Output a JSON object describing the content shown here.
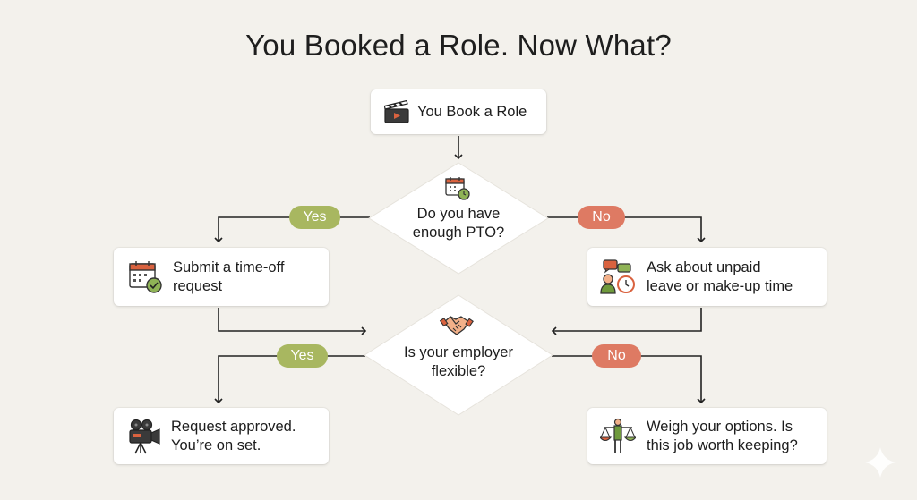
{
  "title": "You Booked a Role. Now What?",
  "nodes": {
    "start": {
      "label": "You Book a Role",
      "icon": "clapperboard-icon"
    },
    "pto_question": {
      "line1": "Do you have",
      "line2": "enough PTO?",
      "icon": "calendar-clock-icon"
    },
    "submit_request": {
      "line1": "Submit a time-off",
      "line2": "request",
      "icon": "calendar-check-icon"
    },
    "ask_unpaid": {
      "line1": "Ask about unpaid",
      "line2": "leave or make-up time",
      "icon": "chat-person-clock-icon"
    },
    "employer_question": {
      "line1": "Is your employer",
      "line2": "flexible?",
      "icon": "handshake-icon"
    },
    "approved": {
      "line1": "Request approved.",
      "line2": "You’re on set.",
      "icon": "movie-camera-icon"
    },
    "weigh_options": {
      "line1": "Weigh your options. Is",
      "line2": "this job worth keeping?",
      "icon": "balance-scale-icon"
    }
  },
  "edges": {
    "pto_yes": "Yes",
    "pto_no": "No",
    "employer_yes": "Yes",
    "employer_no": "No"
  },
  "colors": {
    "background": "#f3f1ec",
    "yes": "#a8b760",
    "no": "#de7a63",
    "accent_green": "#6f9a3c",
    "accent_orange": "#d9623f"
  }
}
